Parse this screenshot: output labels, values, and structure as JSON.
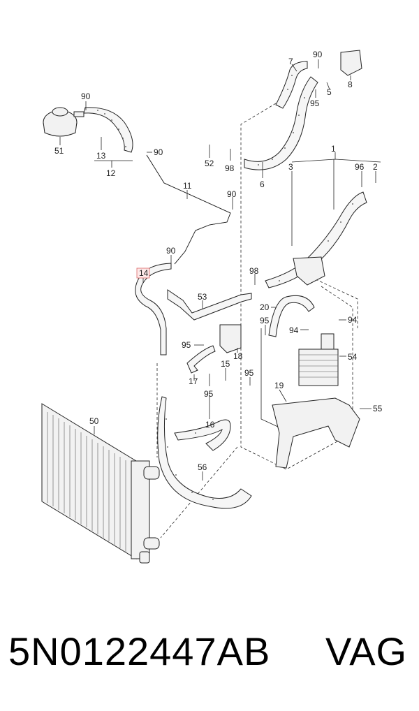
{
  "diagram": {
    "callouts": {
      "c7": "7",
      "c90a": "90",
      "c8": "8",
      "c5": "5",
      "c95a": "95",
      "c90b": "90",
      "c51": "51",
      "c13": "13",
      "c12": "12",
      "c90c": "90",
      "c52": "52",
      "c98a": "98",
      "c6": "6",
      "c1": "1",
      "c3": "3",
      "c96": "96",
      "c2": "2",
      "c11": "11",
      "c90d": "90",
      "c90e": "90",
      "c14": "14",
      "c98b": "98",
      "c53": "53",
      "c20": "20",
      "c95b": "95",
      "c94a": "94",
      "c94b": "94",
      "c95c": "95",
      "c18": "18",
      "c54": "54",
      "c15": "15",
      "c95d": "95",
      "c17": "17",
      "c95e": "95",
      "c19": "19",
      "c55": "55",
      "c16": "16",
      "c50": "50",
      "c56": "56"
    }
  },
  "footer": {
    "part_number": "5N0122447AB",
    "brand": "VAG"
  }
}
